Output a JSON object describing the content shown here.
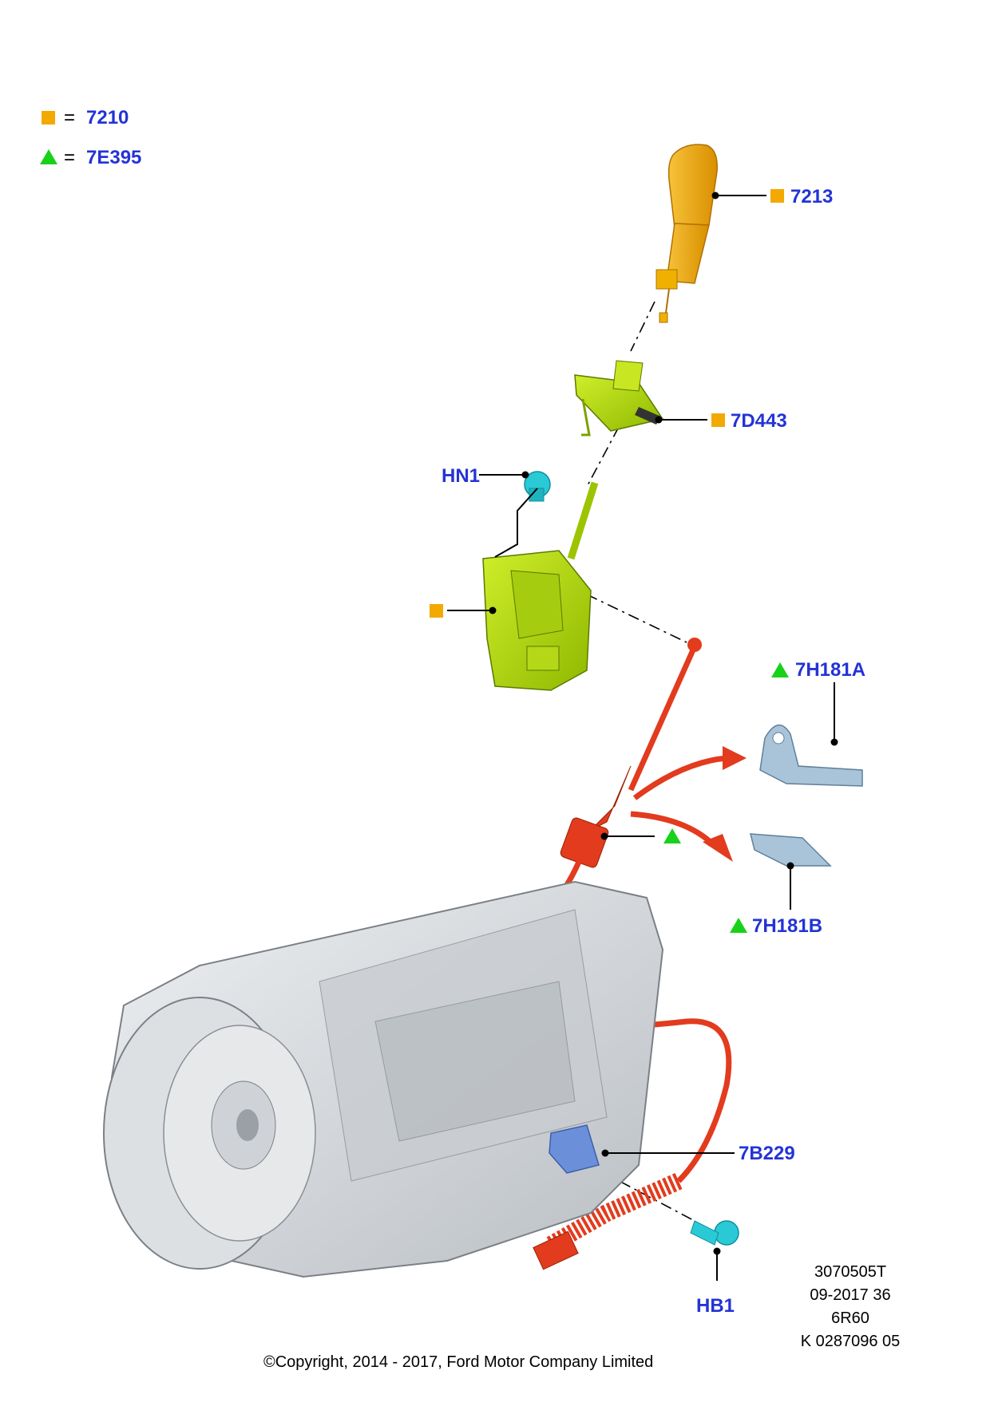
{
  "legend": {
    "square_symbol": "■",
    "square_label": "7210",
    "triangle_symbol": "▲",
    "triangle_label": "7E395",
    "equals": "="
  },
  "callouts": {
    "knob": "7213",
    "bezel": "7D443",
    "screw_top": "HN1",
    "bracket_a": "7H181A",
    "bracket_b": "7H181B",
    "bracket_lower": "7B229",
    "bolt": "HB1"
  },
  "drawing_info": {
    "line1": "3070505T",
    "line2": "09-2017 36",
    "line3": "6R60",
    "line4": "K 0287096 05"
  },
  "copyright": "©Copyright, 2014 - 2017, Ford Motor Company Limited",
  "colors": {
    "square": "#f2a900",
    "triangle": "#19d119",
    "callout_text": "#2433d6",
    "selector": "#b8e000",
    "cable": "#e23b1e",
    "transmission": "#d2d6d9",
    "fastener": "#2ac9d6",
    "bracket": "#a9c4d9",
    "lower_bracket": "#6b8fd9"
  }
}
